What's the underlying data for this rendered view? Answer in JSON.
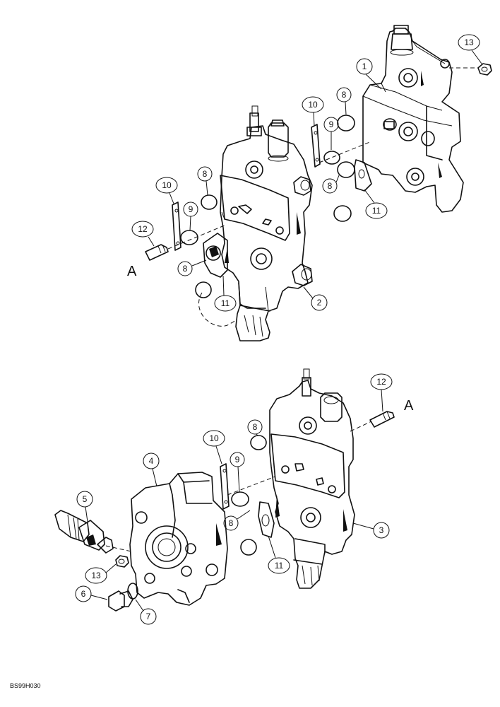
{
  "callouts": {
    "c1": "1",
    "c2": "2",
    "c3": "3",
    "c4": "4",
    "c5": "5",
    "c6": "6",
    "c7": "7",
    "c8a": "8",
    "c8b": "8",
    "c8c": "8",
    "c8d": "8",
    "c8e": "8",
    "c8f": "8",
    "c9a": "9",
    "c9b": "9",
    "c9c": "9",
    "c10a": "10",
    "c10b": "10",
    "c10c": "10",
    "c11a": "11",
    "c11b": "11",
    "c11c": "11",
    "c12a": "12",
    "c12b": "12",
    "c13a": "13",
    "c13b": "13"
  },
  "connector_labels": {
    "top": "A",
    "bottom": "A"
  },
  "reference_code": "BS99H030"
}
